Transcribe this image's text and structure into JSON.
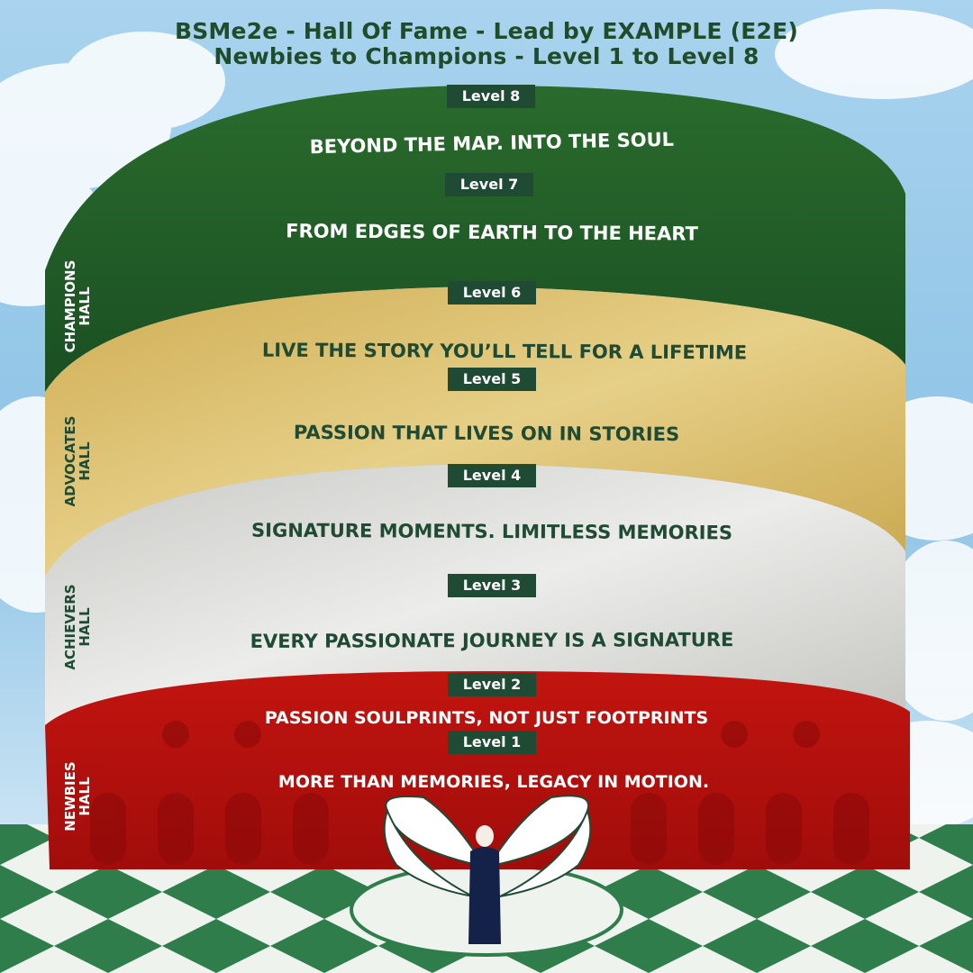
{
  "title": {
    "line1": "BSMe2e - Hall Of Fame - Lead by EXAMPLE (E2E)",
    "line2": "Newbies to Champions - Level 1 to Level 8"
  },
  "levels": [
    {
      "tag": "Level 8",
      "motto": "BEYOND THE MAP. INTO THE SOUL"
    },
    {
      "tag": "Level 7",
      "motto": "FROM EDGES OF EARTH TO THE HEART"
    },
    {
      "tag": "Level 6",
      "motto": "LIVE THE STORY YOU’LL TELL FOR A LIFETIME"
    },
    {
      "tag": "Level 5",
      "motto": "PASSION THAT LIVES ON IN STORIES"
    },
    {
      "tag": "Level 4",
      "motto": "SIGNATURE MOMENTS. LIMITLESS MEMORIES"
    },
    {
      "tag": "Level 3",
      "motto": "EVERY PASSIONATE JOURNEY IS A SIGNATURE"
    },
    {
      "tag": "Level 2",
      "motto": "PASSION SOULPRINTS, NOT JUST FOOTPRINTS"
    },
    {
      "tag": "Level 1",
      "motto": "MORE THAN MEMORIES, LEGACY IN MOTION."
    }
  ],
  "halls": [
    {
      "word1": "CHAMPIONS",
      "word2": "HALL"
    },
    {
      "word1": "ADVOCATES",
      "word2": "HALL"
    },
    {
      "word1": "ACHIEVERS",
      "word2": "HALL"
    },
    {
      "word1": "NEWBIES",
      "word2": "HALL"
    }
  ],
  "colors": {
    "champions": "#1e5a26",
    "advocates": "#d8bd6a",
    "achievers": "#d9d9d6",
    "newbies": "#b8100f",
    "tag_bg": "#1f4a33",
    "title": "#1f4d2b",
    "sky": "#8ec3e6"
  }
}
